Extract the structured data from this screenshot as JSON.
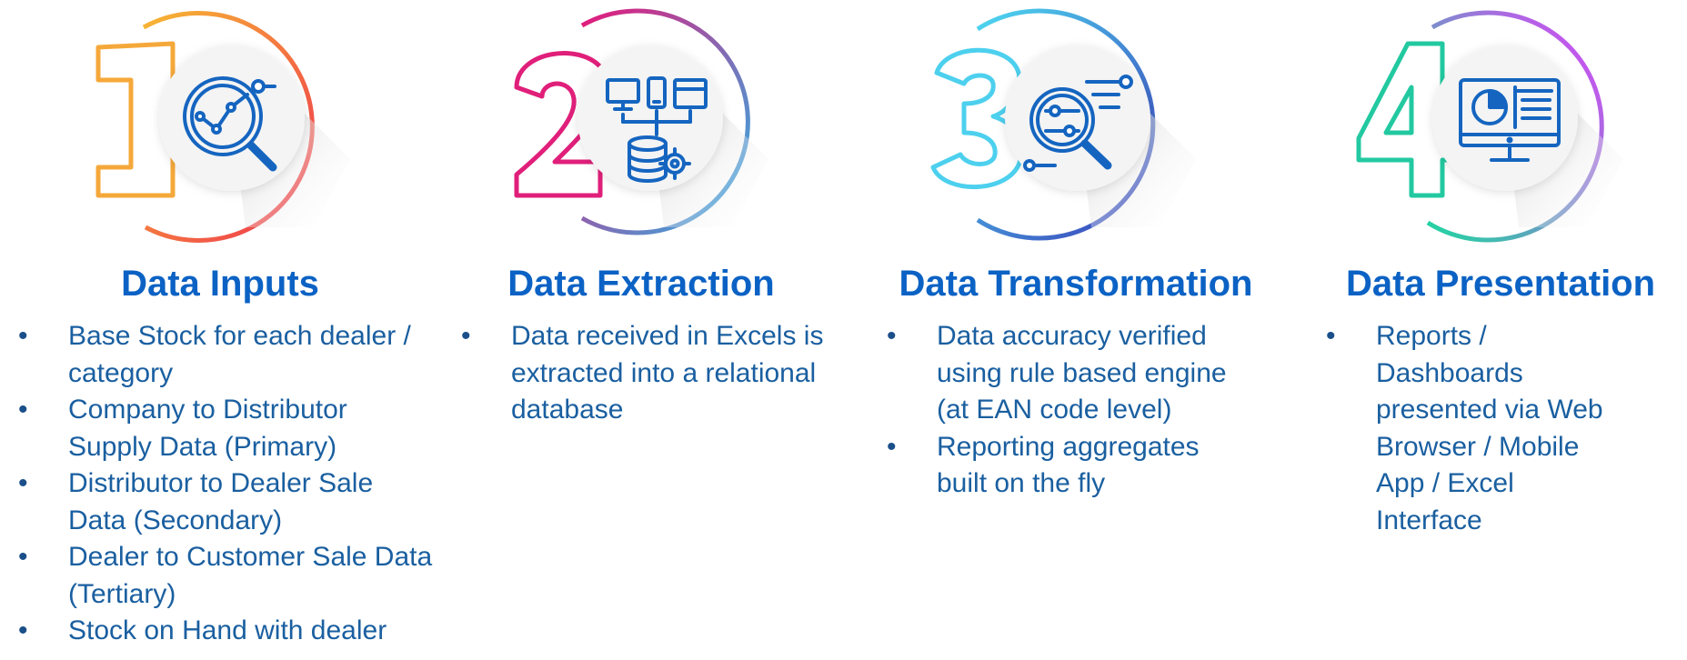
{
  "steps": [
    {
      "number": "1",
      "title": "Data Inputs",
      "icon": "analytics-magnifier-icon",
      "bullets": [
        "Base Stock for each dealer / category",
        "Company to Distributor Supply Data (Primary)",
        "Distributor to Dealer Sale Data (Secondary)",
        "Dealer to Customer Sale Data (Tertiary)",
        "Stock on Hand with dealer"
      ]
    },
    {
      "number": "2",
      "title": "Data Extraction",
      "icon": "database-network-gear-icon",
      "bullets": [
        "Data received in Excels is extracted into a relational database"
      ]
    },
    {
      "number": "3",
      "title": "Data Transformation",
      "icon": "magnifier-settings-icon",
      "bullets": [
        "Data accuracy verified using rule based engine (at EAN code level)",
        "Reporting aggregates built on the fly"
      ]
    },
    {
      "number": "4",
      "title": "Data Presentation",
      "icon": "monitor-dashboard-icon",
      "bullets": [
        "Reports / Dashboards presented via Web Browser / Mobile App / Excel Interface"
      ]
    }
  ],
  "colors": {
    "title": "#0b62c4",
    "text": "#1a5fa0",
    "icon": "#1565c0",
    "step1_gradient": [
      "#f7b733",
      "#f0324f"
    ],
    "step2_gradient": [
      "#e5197a",
      "#29b6e8"
    ],
    "step3_gradient": [
      "#4dd8f0",
      "#3a3ab8"
    ],
    "step4_gradient": [
      "#1fd6a0",
      "#e040fb"
    ]
  }
}
